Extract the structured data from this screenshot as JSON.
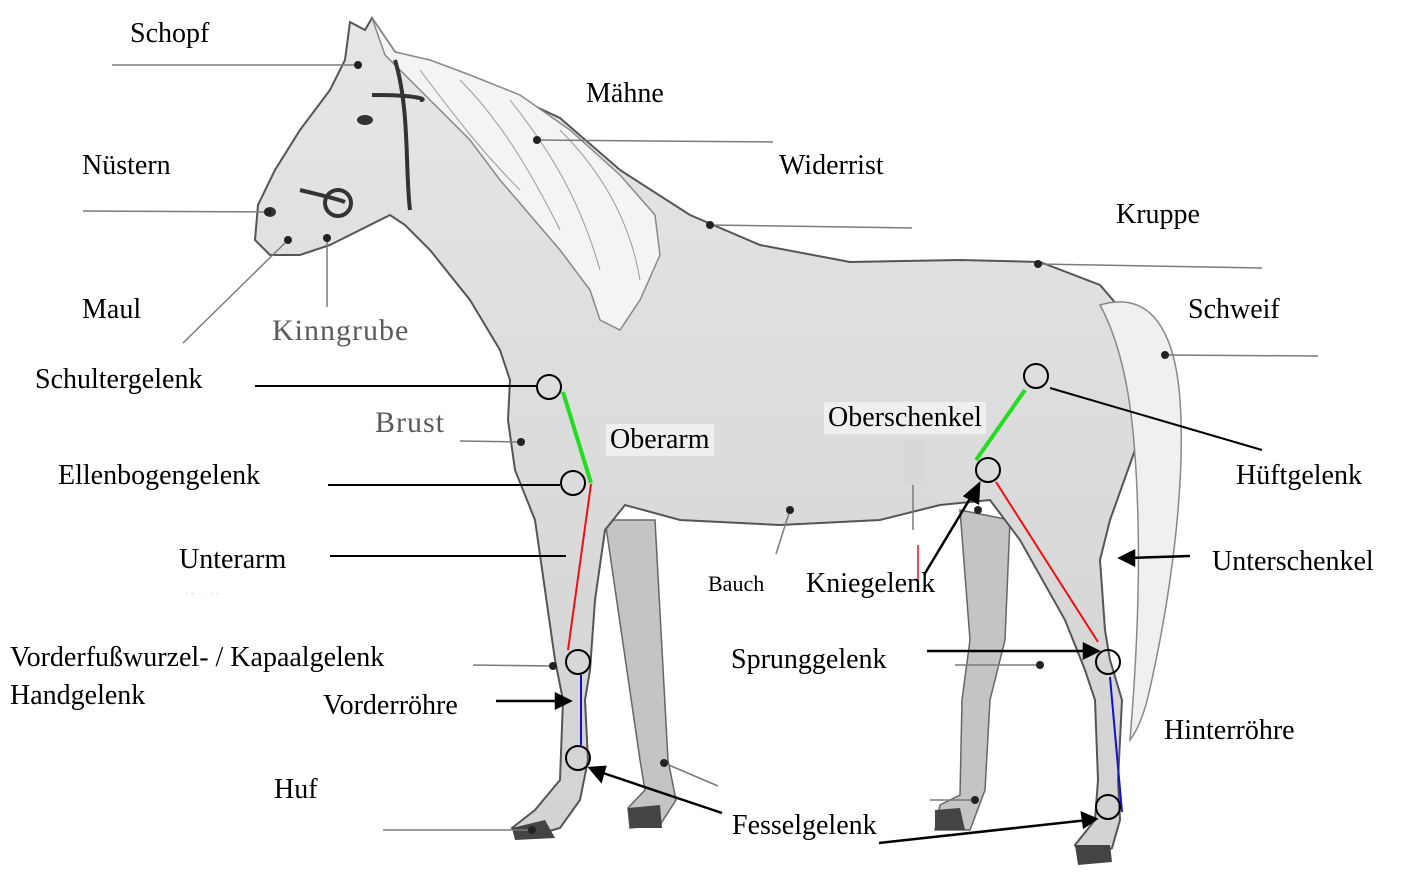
{
  "diagram": {
    "labels": {
      "schopf": "Schopf",
      "maehne": "Mähne",
      "nuestern": "Nüstern",
      "widerrist": "Widerrist",
      "kruppe": "Kruppe",
      "maul": "Maul",
      "kinngrube": "Kinngrube",
      "schweif": "Schweif",
      "schultergelenk": "Schultergelenk",
      "brust": "Brust",
      "oberarm": "Oberarm",
      "oberschenkel": "Oberschenkel",
      "hueftgelenk": "Hüftgelenk",
      "ellenbogengelenk": "Ellenbogengelenk",
      "unterarm": "Unterarm",
      "unterarm_residue": "rarm",
      "bauch": "Bauch",
      "kniegelenk": "Kniegelenk",
      "unterschenkel": "Unterschenkel",
      "vorderfusswurzel": "Vorderfußwurzel- / Kapaalgelenk",
      "handgelenk": "Handgelenk",
      "sprunggelenk": "Sprunggelenk",
      "vorderroehre": "Vorderröhre",
      "hinterroehre": "Hinterröhre",
      "huf": "Huf",
      "fesselgelenk": "Fesselgelenk"
    },
    "colors": {
      "upper_bone": "#22dd22",
      "middle_bone": "#ee1111",
      "lower_bone": "#1111cc",
      "horse_fill": "#dcdcdc",
      "leader_line": "#7a7a7a"
    }
  }
}
